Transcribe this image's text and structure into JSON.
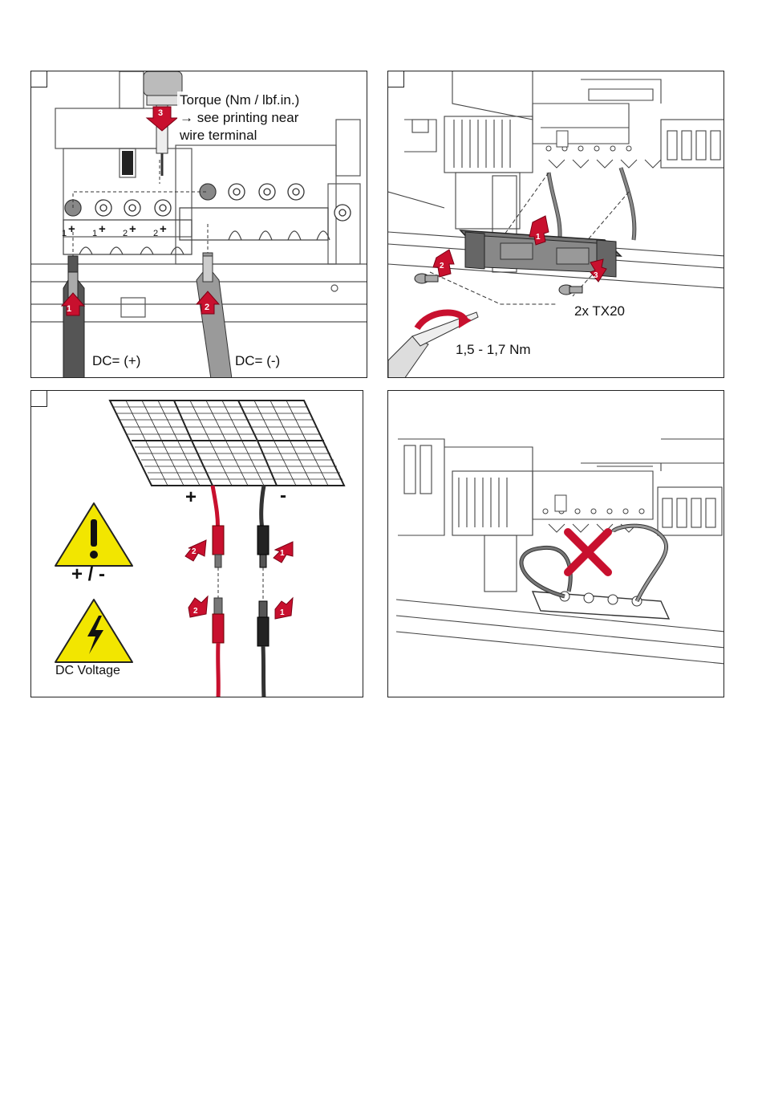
{
  "panel1": {
    "torque_line1": "Torque (Nm / lbf.in.)",
    "torque_line2": "→ see printing near",
    "torque_line3": "wire terminal",
    "dc_plus": "DC= (+)",
    "dc_minus": "DC= (-)",
    "terminal_plus_labels": [
      "1",
      "1",
      "2",
      "2"
    ],
    "step_numbers": [
      "1",
      "2",
      "3"
    ]
  },
  "panel2": {
    "screws": "2x TX20",
    "torque": "1,5 - 1,7 Nm",
    "step_numbers": [
      "1",
      "2",
      "3"
    ]
  },
  "panel3": {
    "plus": "+",
    "minus": "-",
    "polarity": "+ / -",
    "dc_voltage": "DC Voltage",
    "step_numbers": [
      "2",
      "1",
      "2",
      "1"
    ]
  },
  "colors": {
    "accent_red": "#c8102e",
    "cable_dark": "#555555",
    "cable_grey": "#9a9a9a",
    "warning_yellow": "#f2e600"
  }
}
